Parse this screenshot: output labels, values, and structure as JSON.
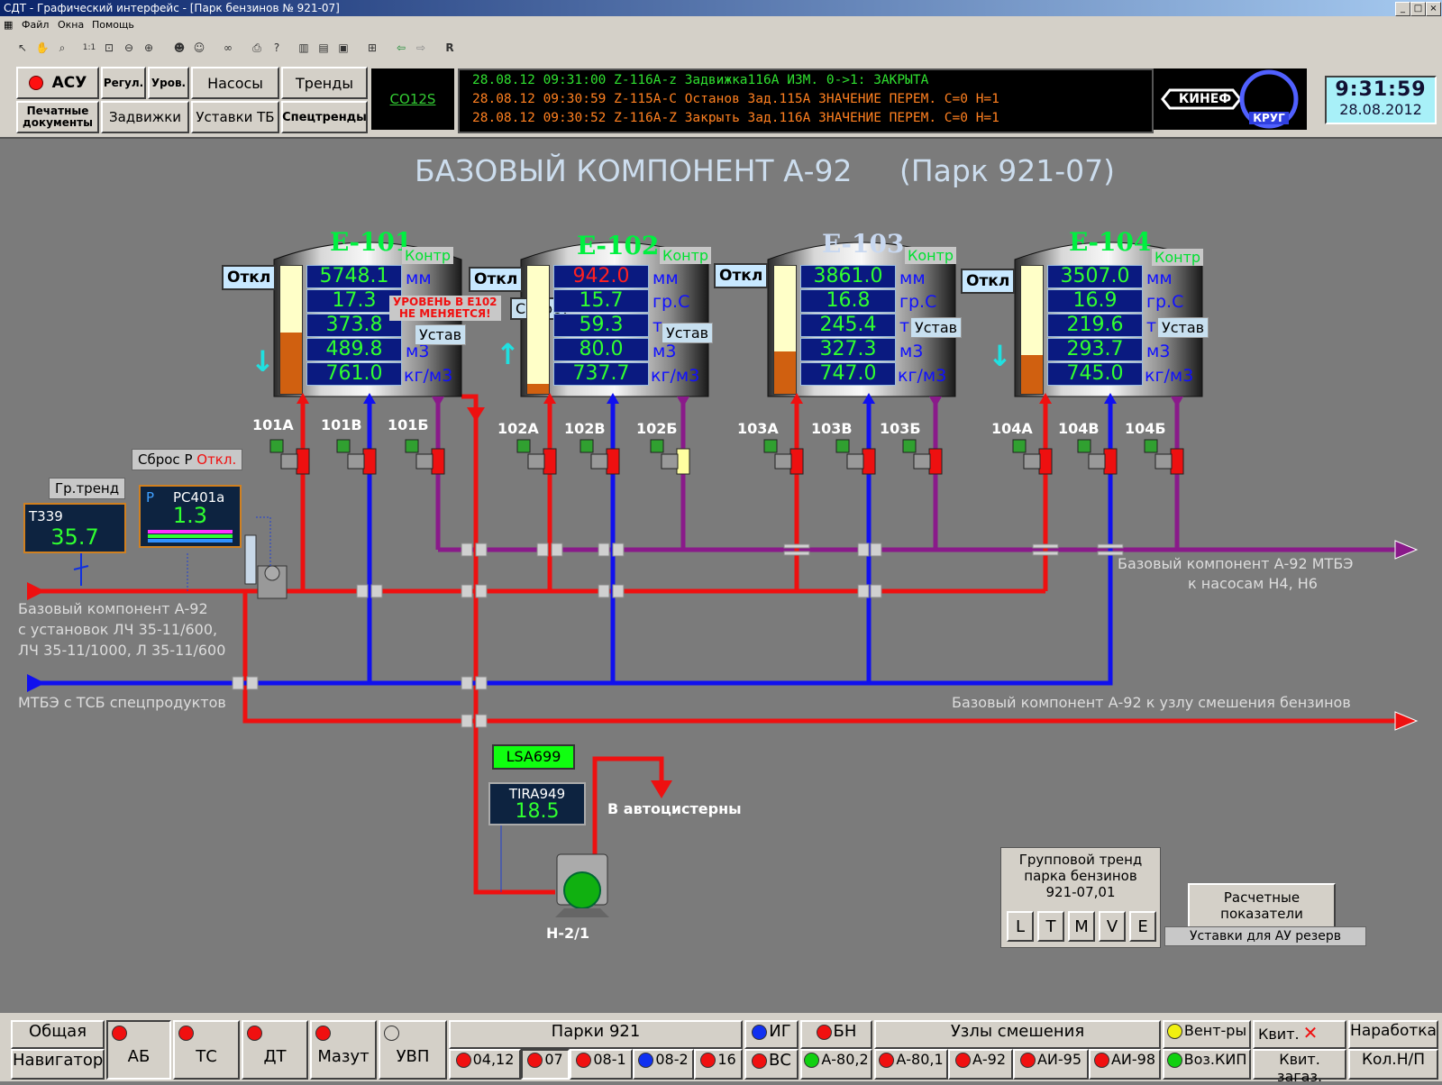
{
  "window": {
    "title": "СДТ - Графический интерфейс - [Парк бензинов № 921-07]",
    "menu": [
      "Файл",
      "Окна",
      "Помощь"
    ]
  },
  "top_buttons": {
    "asu": "АСУ",
    "regul": "Регул.",
    "urov": "Уров.",
    "nasosy": "Насосы",
    "trendy": "Тренды",
    "print_docs": "Печатные документы",
    "zadvizhki": "Задвижки",
    "ustavki_tb": "Уставки ТБ",
    "spectrendy": "Спецтренды"
  },
  "tag": "CO12S",
  "messages": [
    {
      "text": "28.08.12 09:31:00  Z-116A-z Задвижка116А      ИЗМ.    0->1:  ЗАКРЫТА",
      "color": "#30e030"
    },
    {
      "text": "28.08.12 09:30:59  Z-115A-C Останов Зад.115А ЗНАЧЕНИЕ ПЕРЕМ.  C=0  H=1",
      "color": "#ff8020"
    },
    {
      "text": "28.08.12 09:30:52  Z-116A-Z Закрыть Зад.116А ЗНАЧЕНИЕ ПЕРЕМ.  C=0  H=1",
      "color": "#ff8020"
    }
  ],
  "logos": {
    "kinef": "КИНЕФ",
    "krug": "КРУГ"
  },
  "clock": {
    "time": "9:31:59",
    "date": "28.08.2012"
  },
  "page_title": "БАЗОВЫЙ КОМПОНЕНТ А-92     (Парк 921-07)",
  "units": [
    "мм",
    "гр.С",
    "т",
    "м3",
    "кг/м3"
  ],
  "tanks": [
    {
      "name": "Е-101",
      "kontr": "Контр",
      "otkl": "Откл",
      "ustav": "Устав",
      "values": [
        "5748.1",
        "17.3",
        "373.8",
        "489.8",
        "761.0"
      ],
      "level": 0.48,
      "direction": "down",
      "valves": [
        "101А",
        "101В",
        "101Б"
      ]
    },
    {
      "name": "Е-102",
      "kontr": "Контр",
      "otkl": "Откл",
      "ustav": "Устав",
      "values": [
        "942.0",
        "15.7",
        "59.3",
        "80.0",
        "737.7"
      ],
      "level": 0.08,
      "direction": "up",
      "valves": [
        "102А",
        "102В",
        "102Б"
      ]
    },
    {
      "name": "Е-103",
      "kontr": "Контр",
      "otkl": "Откл",
      "ustav": "Устав",
      "values": [
        "3861.0",
        "16.8",
        "245.4",
        "327.3",
        "747.0"
      ],
      "level": 0.33,
      "direction": "none",
      "valves": [
        "103А",
        "103В",
        "103Б"
      ]
    },
    {
      "name": "Е-104",
      "kontr": "Контр",
      "otkl": "Откл",
      "ustav": "Устав",
      "values": [
        "3507.0",
        "16.9",
        "219.6",
        "293.7",
        "745.0"
      ],
      "level": 0.3,
      "direction": "down",
      "valves": [
        "104А",
        "104В",
        "104Б"
      ]
    }
  ],
  "alarm": {
    "line1": "УРОВЕНЬ В  Е102",
    "line2": "НЕ МЕНЯЕТСЯ!",
    "reset": "Сброс"
  },
  "sbros_p": {
    "label": "Сброс Р",
    "state": "Откл."
  },
  "gr_trend": "Гр.тренд",
  "t339": {
    "tag": "T339",
    "value": "35.7"
  },
  "pc401a": {
    "prefix": "P",
    "tag": "PC401a",
    "value": "1.3"
  },
  "lsa699": "LSA699",
  "tira949": {
    "tag": "TIRA949",
    "value": "18.5"
  },
  "pump": "Н-2/1",
  "labels": {
    "to_tanker": "В автоцистерны",
    "mtbe_out_1": "Базовый компонент А-92 МТБЭ",
    "mtbe_out_2": "к насосам Н4, Н6",
    "inlet_1": "Базовый компонент А-92",
    "inlet_2": "с установок ЛЧ 35-11/600,",
    "inlet_3": "ЛЧ 35-11/1000, Л 35-11/600",
    "mtbe_in": "МТБЭ с ТСБ спецпродуктов",
    "to_mixing": "Базовый компонент А-92 к узлу смешения бензинов"
  },
  "group_trend": {
    "line1": "Групповой тренд",
    "line2": "парка бензинов",
    "line3": "921-07,01",
    "buttons": [
      "L",
      "T",
      "M",
      "V",
      "E"
    ]
  },
  "calc": {
    "line1": "Расчетные",
    "line2": "показатели",
    "ustavki": "Уставки для АУ резерв"
  },
  "bottom": {
    "obshaya": "Общая",
    "navigator": "Навигатор",
    "ab": "АБ",
    "ts": "ТС",
    "dt": "ДТ",
    "mazut": "Мазут",
    "uvp": "УВП",
    "parki": "Парки 921",
    "park_items": [
      "04,12",
      "07",
      "08-1",
      "08-2",
      "16"
    ],
    "ig": "ИГ",
    "bn": "БН",
    "vs": "ВС",
    "a80_2": "А-80,2",
    "uzly": "Узлы смешения",
    "uzly_items": [
      "А-80,1",
      "А-92",
      "АИ-95",
      "АИ-98"
    ],
    "vent": "Вент-ры",
    "voz_kip": "Воз.КИП",
    "kvit": "Квит.",
    "kvit_zagaz": "Квит. загаз.",
    "narabotka": "Наработка",
    "kol_np": "Кол.Н/П"
  }
}
